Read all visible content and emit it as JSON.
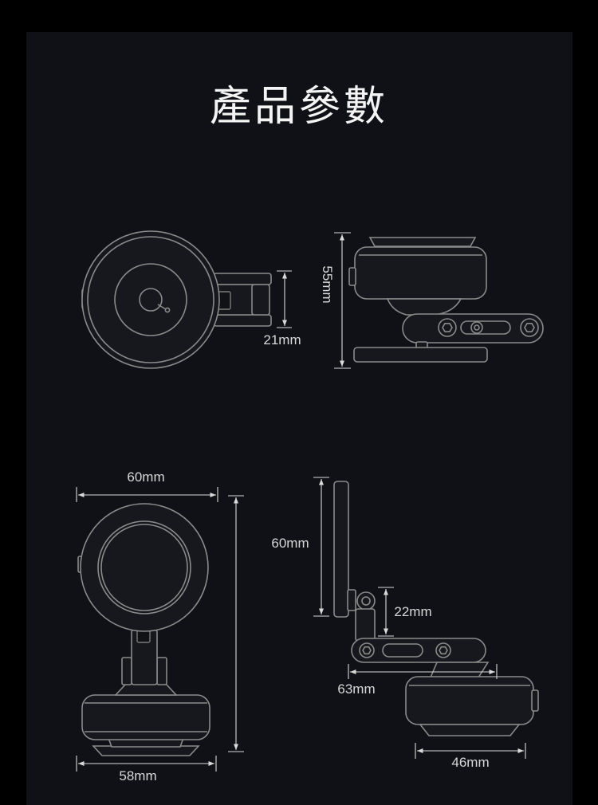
{
  "page": {
    "title": "產品參數"
  },
  "dimensions": {
    "top_view_depth": "21mm",
    "side_view_height": "55mm",
    "front_width": "60mm",
    "front_base_width": "58mm",
    "folded_height": "60mm",
    "arm_height": "22mm",
    "arm_length": "63mm",
    "base_diameter": "46mm"
  },
  "colors": {
    "background": "#0f1116",
    "outer": "#000000",
    "line": "#8a8a8a",
    "text": "#f4f4f4"
  }
}
